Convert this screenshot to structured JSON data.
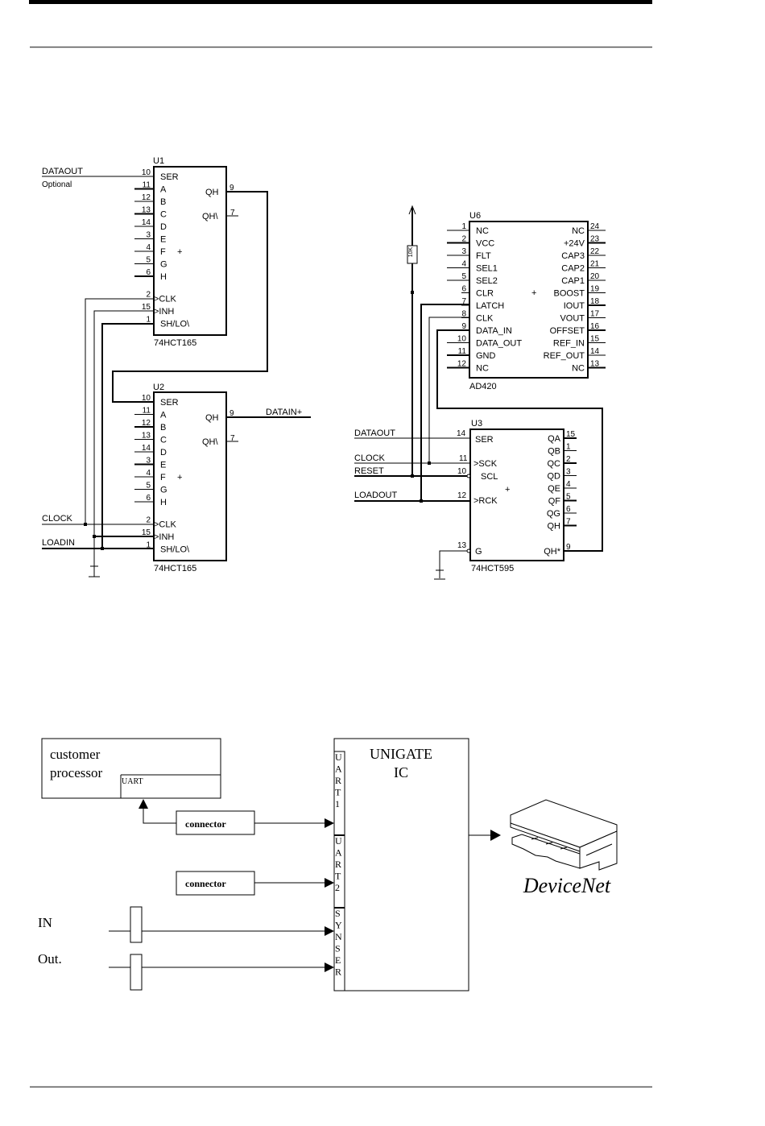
{
  "schematic": {
    "u1": {
      "ref": "U1",
      "part": "74HCT165",
      "left_pins": [
        {
          "num": "10",
          "name": "SER"
        },
        {
          "num": "11",
          "name": "A"
        },
        {
          "num": "12",
          "name": "B"
        },
        {
          "num": "13",
          "name": "C"
        },
        {
          "num": "14",
          "name": "D"
        },
        {
          "num": "3",
          "name": "E"
        },
        {
          "num": "4",
          "name": "F"
        },
        {
          "num": "5",
          "name": "G"
        },
        {
          "num": "6",
          "name": "H"
        },
        {
          "num": "2",
          "name": ">CLK"
        },
        {
          "num": "15",
          "name": ">INH"
        },
        {
          "num": "1",
          "name": "SH/LO\\"
        }
      ],
      "right_pins": [
        {
          "num": "9",
          "name": "QH"
        },
        {
          "num": "7",
          "name": "QH\\"
        }
      ],
      "net_labels": {
        "dataout": "DATAOUT",
        "optional": "Optional"
      }
    },
    "u2": {
      "ref": "U2",
      "part": "74HCT165",
      "left_pins": [
        {
          "num": "10",
          "name": "SER"
        },
        {
          "num": "11",
          "name": "A"
        },
        {
          "num": "12",
          "name": "B"
        },
        {
          "num": "13",
          "name": "C"
        },
        {
          "num": "14",
          "name": "D"
        },
        {
          "num": "3",
          "name": "E"
        },
        {
          "num": "4",
          "name": "F"
        },
        {
          "num": "5",
          "name": "G"
        },
        {
          "num": "6",
          "name": "H"
        },
        {
          "num": "2",
          "name": ">CLK"
        },
        {
          "num": "15",
          "name": ">INH"
        },
        {
          "num": "1",
          "name": "SH/LO\\"
        }
      ],
      "right_pins": [
        {
          "num": "9",
          "name": "QH"
        },
        {
          "num": "7",
          "name": "QH\\"
        }
      ],
      "net_labels": {
        "datain": "DATAIN+",
        "clock": "CLOCK",
        "loadin": "LOADIN"
      }
    },
    "u6": {
      "ref": "U6",
      "part": "AD420",
      "left_pins": [
        {
          "num": "1",
          "name": "NC"
        },
        {
          "num": "2",
          "name": "VCC"
        },
        {
          "num": "3",
          "name": "FLT"
        },
        {
          "num": "4",
          "name": "SEL1"
        },
        {
          "num": "5",
          "name": "SEL2"
        },
        {
          "num": "6",
          "name": "CLR"
        },
        {
          "num": "7",
          "name": "LATCH"
        },
        {
          "num": "8",
          "name": "CLK"
        },
        {
          "num": "9",
          "name": "DATA_IN"
        },
        {
          "num": "10",
          "name": "DATA_OUT"
        },
        {
          "num": "11",
          "name": "GND"
        },
        {
          "num": "12",
          "name": "NC"
        }
      ],
      "right_pins": [
        {
          "num": "24",
          "name": "NC"
        },
        {
          "num": "23",
          "name": "+24V"
        },
        {
          "num": "22",
          "name": "CAP3"
        },
        {
          "num": "21",
          "name": "CAP2"
        },
        {
          "num": "20",
          "name": "CAP1"
        },
        {
          "num": "19",
          "name": "BOOST"
        },
        {
          "num": "18",
          "name": "IOUT"
        },
        {
          "num": "17",
          "name": "VOUT"
        },
        {
          "num": "16",
          "name": "OFFSET"
        },
        {
          "num": "15",
          "name": "REF_IN"
        },
        {
          "num": "14",
          "name": "REF_OUT"
        },
        {
          "num": "13",
          "name": "NC"
        }
      ],
      "resistor": "10K"
    },
    "u3": {
      "ref": "U3",
      "part": "74HCT595",
      "left_pins": [
        {
          "num": "14",
          "name": "SER"
        },
        {
          "num": "11",
          "name": ">SCK"
        },
        {
          "num": "10",
          "name": "SCL"
        },
        {
          "num": "12",
          "name": ">RCK"
        },
        {
          "num": "13",
          "name": "G"
        }
      ],
      "right_pins": [
        {
          "num": "15",
          "name": "QA"
        },
        {
          "num": "1",
          "name": "QB"
        },
        {
          "num": "2",
          "name": "QC"
        },
        {
          "num": "3",
          "name": "QD"
        },
        {
          "num": "4",
          "name": "QE"
        },
        {
          "num": "5",
          "name": "QF"
        },
        {
          "num": "6",
          "name": "QG"
        },
        {
          "num": "7",
          "name": "QH"
        },
        {
          "num": "9",
          "name": "QH*"
        }
      ],
      "net_labels": {
        "dataout": "DATAOUT",
        "clock": "CLOCK",
        "reset": "RESET",
        "loadout": "LOADOUT"
      }
    },
    "plus_mark": "+"
  },
  "block_diagram": {
    "customer_processor": {
      "line1": "customer",
      "line2": "processor",
      "port": "UART"
    },
    "connector1": "connector",
    "connector2": "connector",
    "inputs": [
      {
        "label": "IN"
      },
      {
        "label": "Out."
      }
    ],
    "unigate": {
      "line1": "UNIGATE",
      "line2": "IC"
    },
    "ports": [
      {
        "name": "UART1",
        "letters": [
          "U",
          "A",
          "R",
          "T",
          "1"
        ]
      },
      {
        "name": "UART2",
        "letters": [
          "U",
          "A",
          "R",
          "T",
          "2"
        ]
      },
      {
        "name": "SYNSER",
        "letters": [
          "S",
          "Y",
          "N",
          "S",
          "E",
          "R"
        ]
      }
    ],
    "fieldbus_label": "DeviceNet"
  }
}
